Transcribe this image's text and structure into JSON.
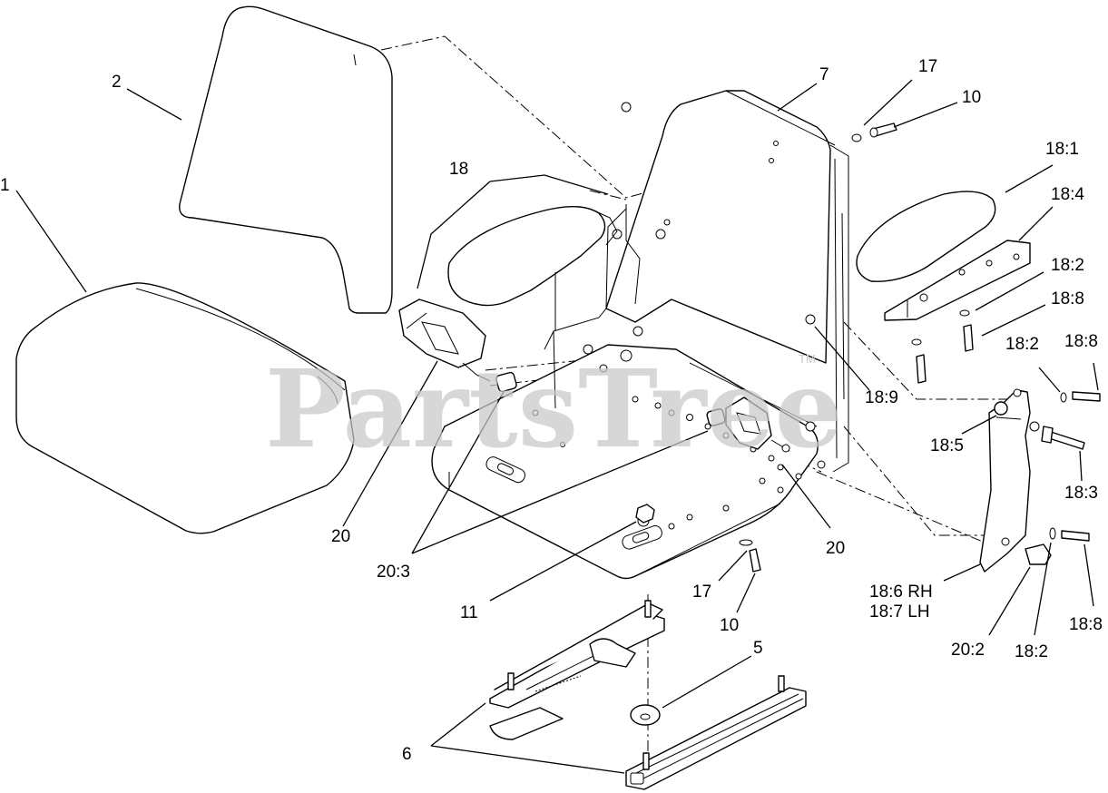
{
  "watermark": {
    "text": "PartsTree",
    "tm": "TM"
  },
  "callouts": [
    {
      "id": "c1",
      "label": "1"
    },
    {
      "id": "c2",
      "label": "2"
    },
    {
      "id": "c7",
      "label": "7"
    },
    {
      "id": "c17a",
      "label": "17"
    },
    {
      "id": "c10a",
      "label": "10"
    },
    {
      "id": "c18",
      "label": "18"
    },
    {
      "id": "c18_1",
      "label": "18:1"
    },
    {
      "id": "c18_4",
      "label": "18:4"
    },
    {
      "id": "c18_2a",
      "label": "18:2"
    },
    {
      "id": "c18_8a",
      "label": "18:8"
    },
    {
      "id": "c18_2b",
      "label": "18:2"
    },
    {
      "id": "c18_8b",
      "label": "18:8"
    },
    {
      "id": "c18_9",
      "label": "18:9"
    },
    {
      "id": "c18_5",
      "label": "18:5"
    },
    {
      "id": "c18_3",
      "label": "18:3"
    },
    {
      "id": "c20a",
      "label": "20"
    },
    {
      "id": "c20b",
      "label": "20"
    },
    {
      "id": "c20_3",
      "label": "20:3"
    },
    {
      "id": "c11",
      "label": "11"
    },
    {
      "id": "c17b",
      "label": "17"
    },
    {
      "id": "c10b",
      "label": "10"
    },
    {
      "id": "c18_6",
      "label": "18:6 RH"
    },
    {
      "id": "c18_7",
      "label": "18:7 LH"
    },
    {
      "id": "c20_2",
      "label": "20:2"
    },
    {
      "id": "c18_2c",
      "label": "18:2"
    },
    {
      "id": "c18_8c",
      "label": "18:8"
    },
    {
      "id": "c5",
      "label": "5"
    },
    {
      "id": "c6",
      "label": "6"
    }
  ]
}
